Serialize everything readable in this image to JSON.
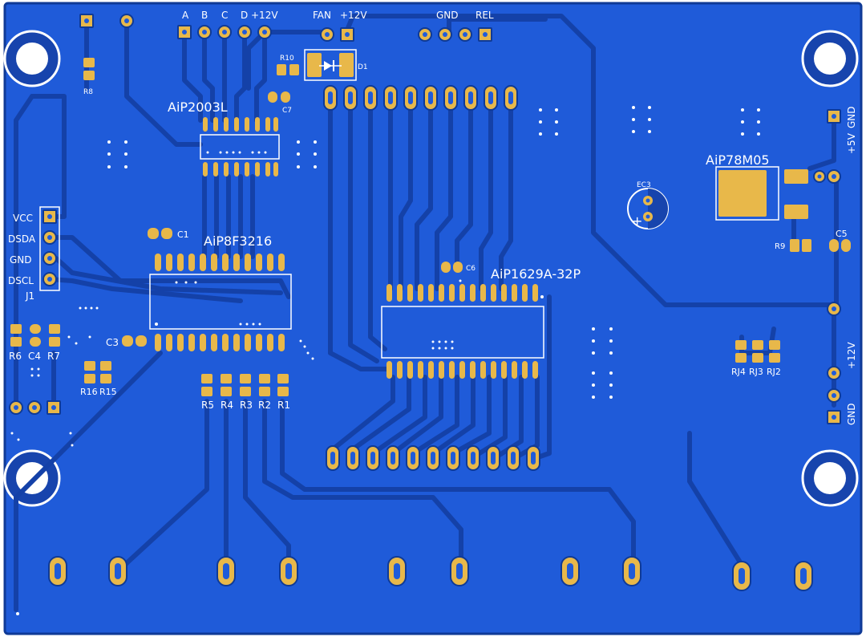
{
  "colors": {
    "board": "#1f5bd9",
    "board_edge": "#1747b3",
    "trace": "#1744ad",
    "trace_dark": "#0f3a96",
    "pad": "#e8b84a",
    "pad_dark": "#c9962a",
    "silk": "#ffffff",
    "hole": "#ffffff"
  },
  "labels": {
    "top_header": [
      "A",
      "B",
      "C",
      "D",
      "+12V"
    ],
    "fan": "FAN",
    "fan_v": "+12V",
    "gnd_top": "GND",
    "rel": "REL",
    "r10": "R10",
    "d1": "D1",
    "r8": "R8",
    "c7": "C7",
    "c1": "C1",
    "c3": "C3",
    "c4": "C4",
    "c5": "C5",
    "c6": "C6",
    "r6": "R6",
    "r7": "R7",
    "r9": "R9",
    "r16": "R16",
    "r15": "R15",
    "r5": "R5",
    "r4": "R4",
    "r3": "R3",
    "r2": "R2",
    "r1": "R1",
    "rj4": "RJ4",
    "rj3": "RJ3",
    "rj2": "RJ2",
    "j1": "J1",
    "ec3": "EC3",
    "vcc": "VCC",
    "dsda": "DSDA",
    "gnd_j1": "GND",
    "dscl": "DSCL",
    "plus5v": "+5V",
    "gnd_right": "GND",
    "plus12v_right": "+12V",
    "gnd_right2": "GND",
    "ec3_plus": "+"
  },
  "chips": {
    "aip2003l": "AiP2003L",
    "aip8f3216": "AiP8F3216",
    "aip1629a": "AiP1629A-32P",
    "aip78m05": "AiP78M05"
  }
}
